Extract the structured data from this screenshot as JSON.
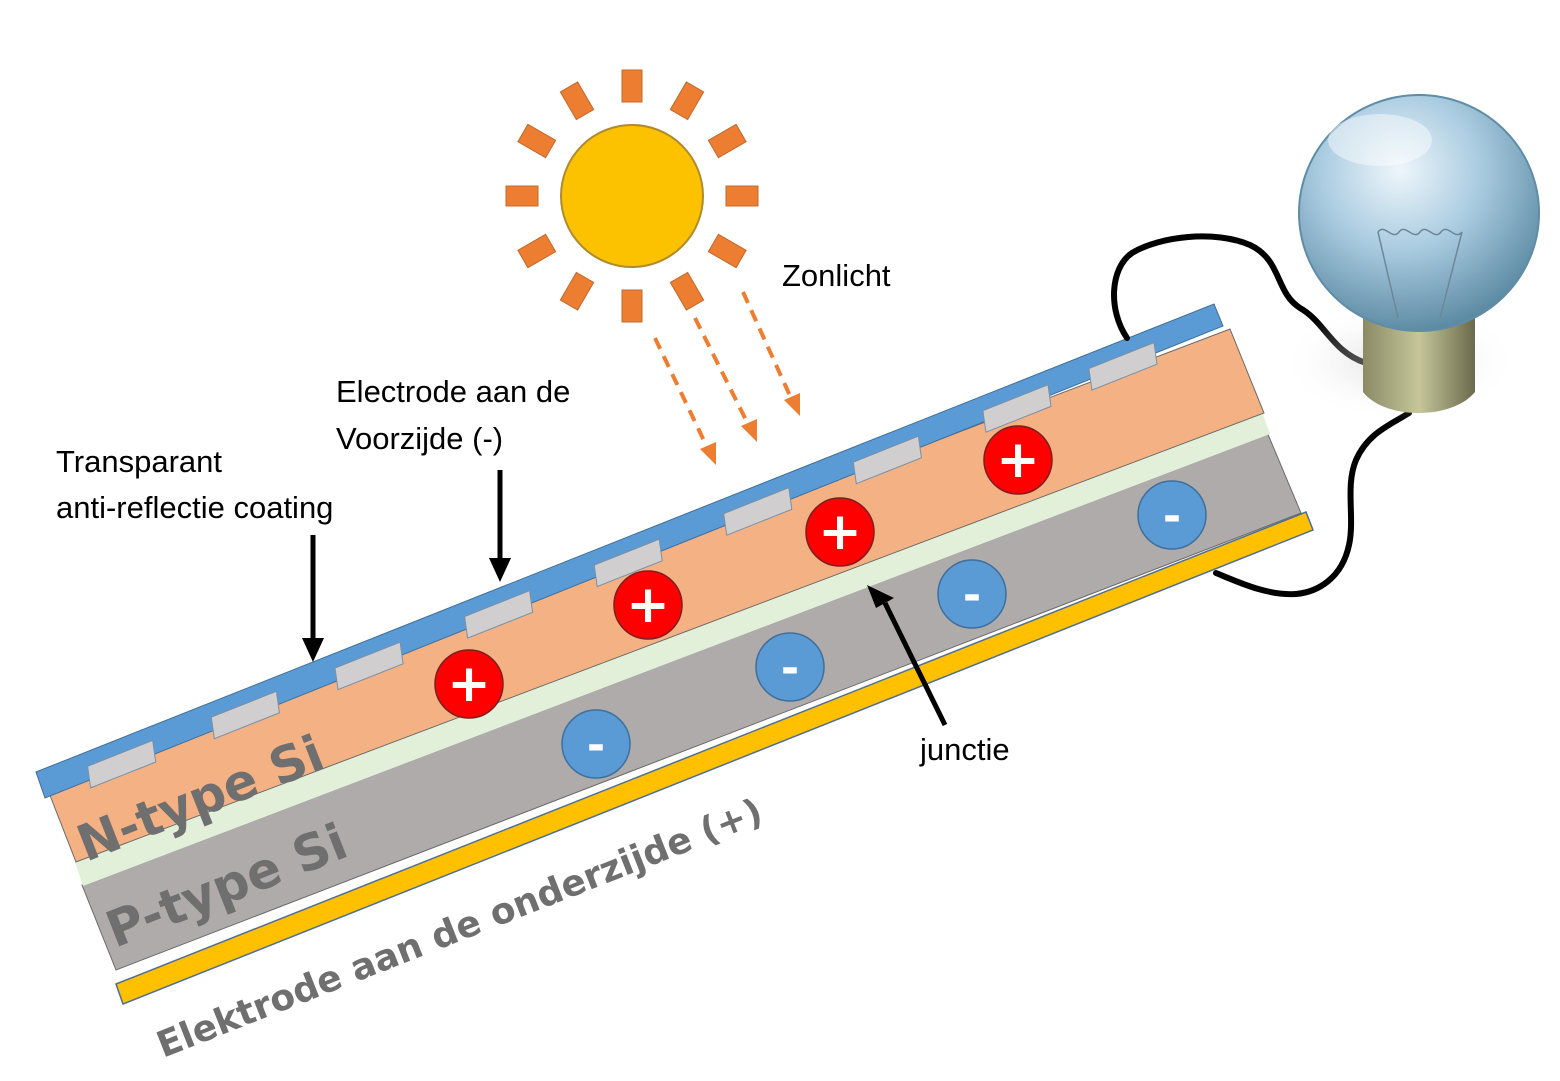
{
  "labels": {
    "sunlight": "Zonlicht",
    "front_electrode_line1": "Electrode aan de",
    "front_electrode_line2": "Voorzijde (-)",
    "coating_line1": "Transparant",
    "coating_line2": "anti-reflectie coating",
    "junction": "junctie",
    "n_type": "N-type Si",
    "p_type": "P-type Si",
    "bottom_electrode": "Elektrode aan de onderzijde (+)"
  },
  "charges": {
    "positive_sign": "+",
    "negative_sign": "-"
  },
  "colors": {
    "sun": "#fcc200",
    "sun_rays": "#ed7d31",
    "n_layer": "#f4b183",
    "p_layer": "#afabab",
    "junction_layer": "#e2efd9",
    "coating": "#5b9bd5",
    "front_electrode": "#d0cece",
    "bottom_electrode": "#ffc000",
    "positive_charge": "#ff0000",
    "negative_charge": "#5b9bd5",
    "label_gray": "#6f6f6f"
  },
  "icons": {
    "sun": "sun-icon",
    "bulb": "light-bulb-icon",
    "arrow": "arrow-icon"
  }
}
